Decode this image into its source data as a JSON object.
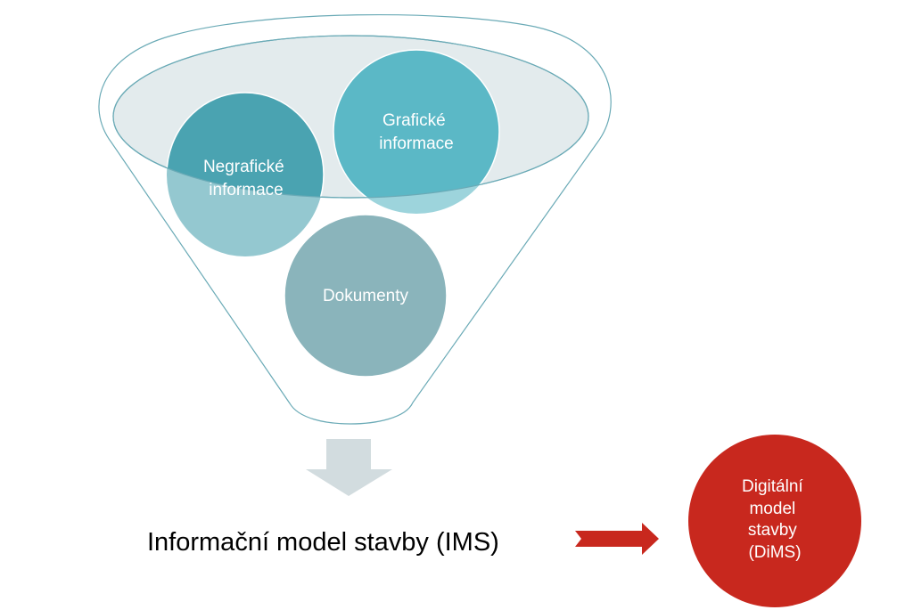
{
  "diagram": {
    "title": "Information funnel to digital building model",
    "funnel": {
      "inputs": [
        {
          "id": "negraficke",
          "lines": [
            "Negrafické",
            "informace"
          ],
          "color": "#4aa3b1"
        },
        {
          "id": "graficke",
          "lines": [
            "Grafické",
            "informace"
          ],
          "color": "#5bb8c6"
        },
        {
          "id": "dokumenty",
          "lines": [
            "Dokumenty"
          ],
          "color": "#8ab4bb"
        }
      ],
      "outline_color": "#6aaab6",
      "rim_fill": "#e3ebed"
    },
    "down_arrow_color": "#d2dcdf",
    "result": {
      "label": "Informační model stavby (IMS)"
    },
    "right_arrow_color": "#c8281e",
    "output": {
      "lines": [
        "Digitální",
        "model",
        "stavby",
        "(DiMS)"
      ],
      "color": "#c8281e"
    }
  }
}
